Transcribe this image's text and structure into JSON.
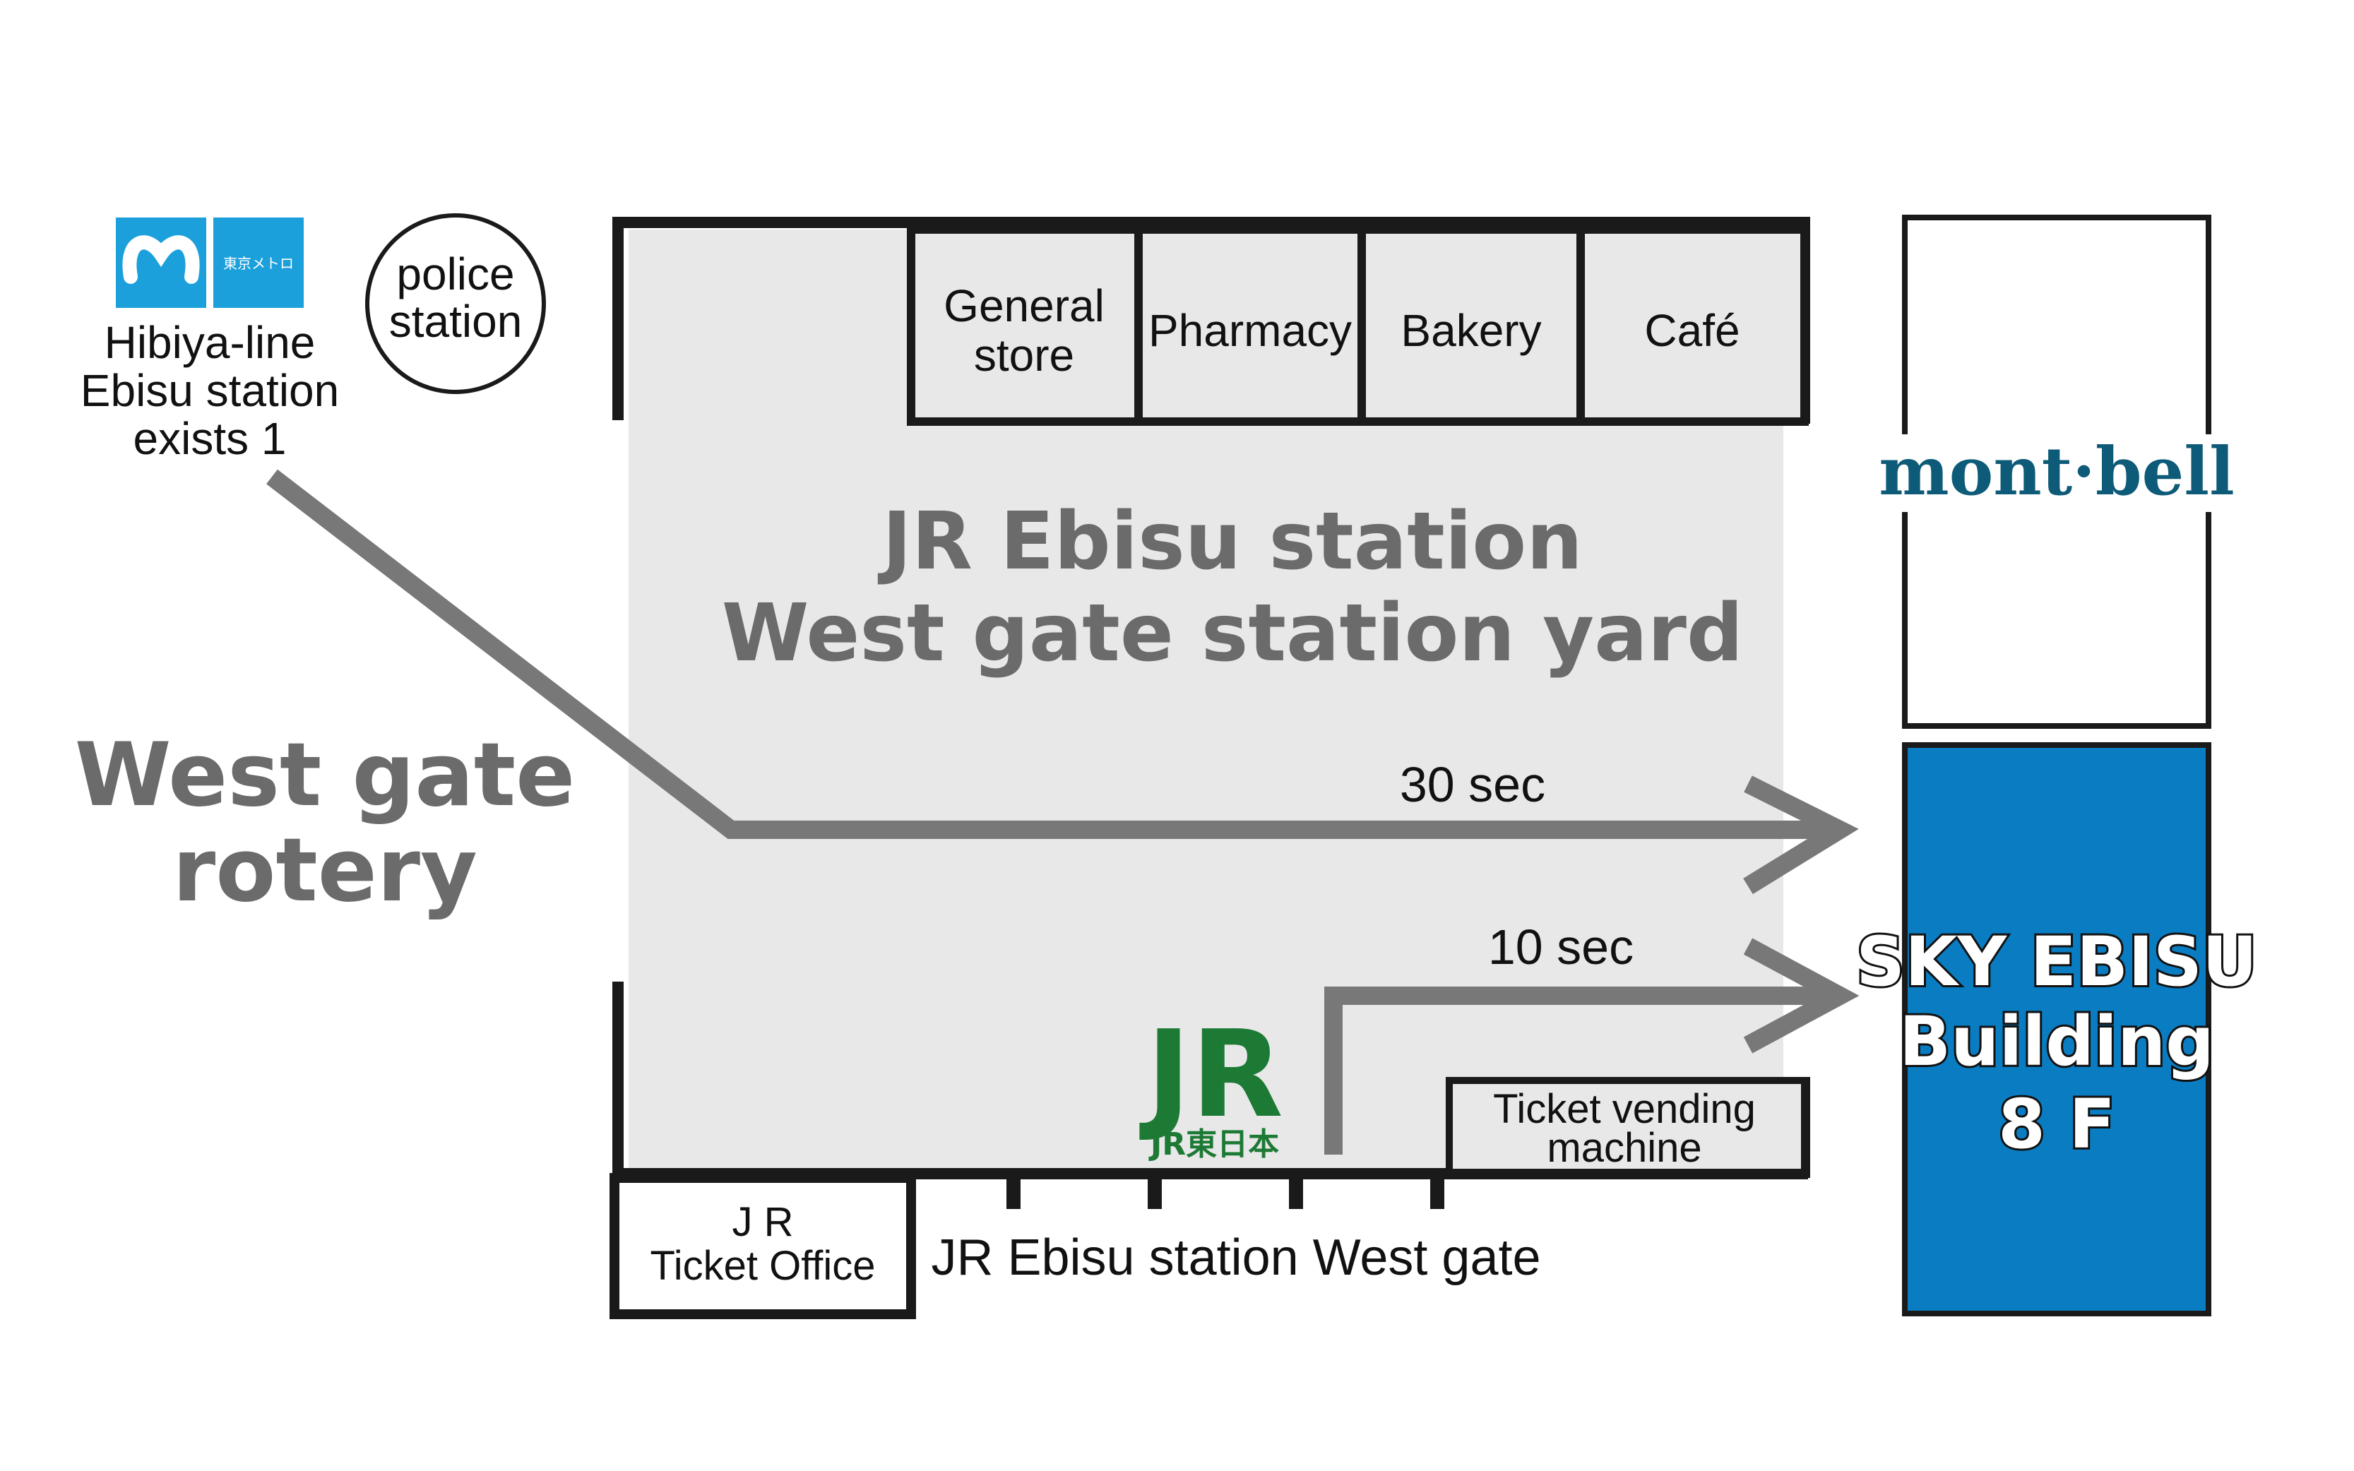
{
  "metro": {
    "logo_text": "東京メトロ",
    "label_lines": [
      "Hibiya-line",
      "Ebisu station",
      "exists 1"
    ],
    "color": "#1ba0dc"
  },
  "police": {
    "lines": [
      "police",
      "station"
    ]
  },
  "shops": {
    "general_lines": [
      "General",
      "store"
    ],
    "pharmacy": "Pharmacy",
    "bakery": "Bakery",
    "cafe": "Café"
  },
  "yard": {
    "lines": [
      "JR Ebisu station",
      "West gate station yard"
    ]
  },
  "rotary": {
    "lines": [
      "West gate",
      "rotery"
    ]
  },
  "routes": {
    "long": "30 sec",
    "short": "10 sec"
  },
  "jr": {
    "logo": "JR",
    "subtitle": "JR東日本",
    "color": "#1d7a35"
  },
  "ticket_machine": {
    "lines": [
      "Ticket vending",
      "machine"
    ]
  },
  "ticket_office": {
    "lines": [
      "J R",
      "Ticket Office"
    ]
  },
  "west_gate": "JR Ebisu station West gate",
  "montbell": {
    "logo": "mont·bell",
    "color": "#0d5b78"
  },
  "sky": {
    "lines": [
      "SKY EBISU",
      "Building",
      "8 F"
    ],
    "color": "#0a7dc2"
  },
  "colors": {
    "floor": "#e8e8e8",
    "wall": "#1a1a1a",
    "arrow": "#787878"
  }
}
